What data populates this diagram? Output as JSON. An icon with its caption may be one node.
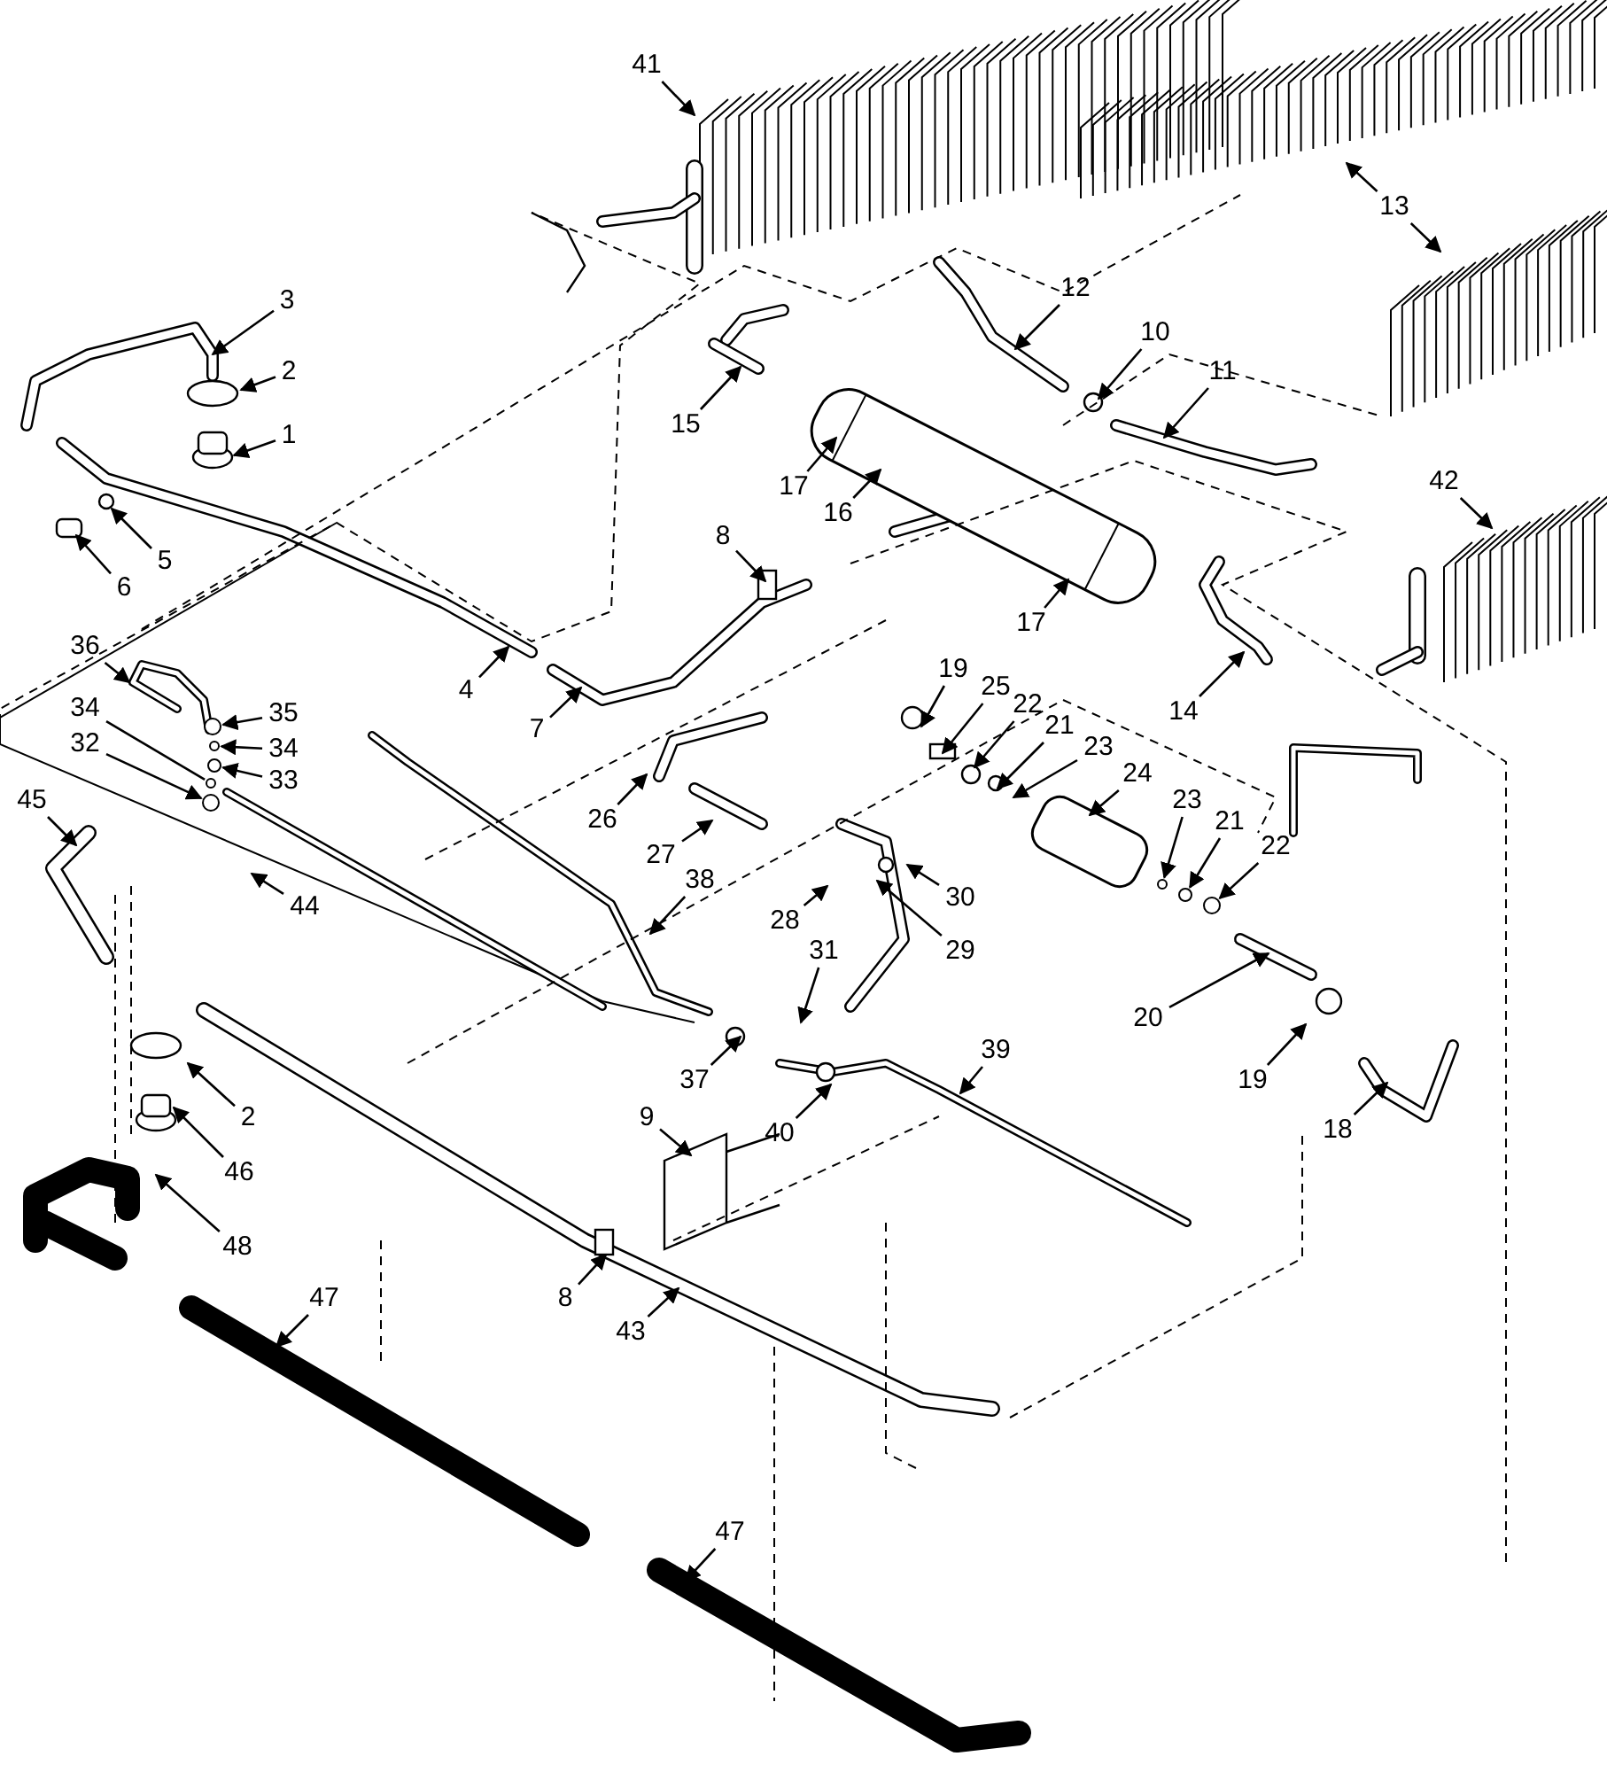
{
  "diagram": {
    "nodes": [
      {
        "text": [
          "41"
        ]
      },
      {
        "text": [
          "13"
        ]
      },
      {
        "text": [
          "12"
        ]
      },
      {
        "text": [
          "3"
        ]
      },
      {
        "text": [
          "10"
        ]
      },
      {
        "text": [
          "11"
        ]
      },
      {
        "text": [
          "2"
        ]
      },
      {
        "text": [
          "15"
        ]
      },
      {
        "text": [
          "1"
        ]
      },
      {
        "text": [
          "42"
        ]
      },
      {
        "text": [
          "17"
        ]
      },
      {
        "text": [
          "16"
        ]
      },
      {
        "text": [
          "8"
        ]
      },
      {
        "text": [
          "5"
        ]
      },
      {
        "text": [
          "6"
        ]
      },
      {
        "text": [
          "17"
        ]
      },
      {
        "text": [
          "36"
        ]
      },
      {
        "text": [
          "19"
        ]
      },
      {
        "text": [
          "25"
        ]
      },
      {
        "text": [
          "4"
        ]
      },
      {
        "text": [
          "22"
        ]
      },
      {
        "text": [
          "34"
        ]
      },
      {
        "text": [
          "14"
        ]
      },
      {
        "text": [
          "35"
        ]
      },
      {
        "text": [
          "21"
        ]
      },
      {
        "text": [
          "7"
        ]
      },
      {
        "text": [
          "32"
        ]
      },
      {
        "text": [
          "23"
        ]
      },
      {
        "text": [
          "34"
        ]
      },
      {
        "text": [
          "24"
        ]
      },
      {
        "text": [
          "33"
        ]
      },
      {
        "text": [
          "45"
        ]
      },
      {
        "text": [
          "23"
        ]
      },
      {
        "text": [
          "26"
        ]
      },
      {
        "text": [
          "21"
        ]
      },
      {
        "text": [
          "22"
        ]
      },
      {
        "text": [
          "27"
        ]
      },
      {
        "text": [
          "38"
        ]
      },
      {
        "text": [
          "30"
        ]
      },
      {
        "text": [
          "44"
        ]
      },
      {
        "text": [
          "28"
        ]
      },
      {
        "text": [
          "29"
        ]
      },
      {
        "text": [
          "31"
        ]
      },
      {
        "text": [
          "20"
        ]
      },
      {
        "text": [
          "39"
        ]
      },
      {
        "text": [
          "37"
        ]
      },
      {
        "text": [
          "19"
        ]
      },
      {
        "text": [
          "2"
        ]
      },
      {
        "text": [
          "9"
        ]
      },
      {
        "text": [
          "18"
        ]
      },
      {
        "text": [
          "40"
        ]
      },
      {
        "text": [
          "46"
        ]
      },
      {
        "text": [
          "48"
        ]
      },
      {
        "text": [
          "47"
        ]
      },
      {
        "text": [
          "8"
        ]
      },
      {
        "text": [
          "43"
        ]
      },
      {
        "text": [
          "47"
        ]
      },
      {
        "text": [],
        "shape": "circle"
      },
      {
        "text": [],
        "shape": "circle"
      },
      {
        "text": [],
        "shape": "circle"
      },
      {
        "text": [],
        "shape": "circle"
      },
      {
        "text": [],
        "shape": "circle"
      },
      {
        "text": [],
        "shape": "circle"
      },
      {
        "text": [],
        "shape": "circle"
      },
      {
        "text": [],
        "shape": "circle"
      }
    ],
    "edges": [
      {
        "from": 0,
        "to": null,
        "arrow": "to"
      },
      {
        "from": 1,
        "to": null,
        "arrow": "to"
      },
      {
        "from": 2,
        "to": null,
        "arrow": "to"
      },
      {
        "from": 3,
        "to": null,
        "arrow": "to"
      },
      {
        "from": 4,
        "to": null,
        "arrow": "to"
      },
      {
        "from": 5,
        "to": null,
        "arrow": "to"
      },
      {
        "from": 6,
        "to": null,
        "arrow": "to"
      },
      {
        "from": 7,
        "to": null,
        "arrow": "to"
      },
      {
        "from": 8,
        "to": null,
        "arrow": "to"
      },
      {
        "from": 9,
        "to": null,
        "arrow": "to"
      },
      {
        "from": 10,
        "to": null,
        "arrow": "to"
      },
      {
        "from": 11,
        "to": null,
        "arrow": "to"
      },
      {
        "from": 12,
        "to": null,
        "arrow": "to"
      },
      {
        "from": 13,
        "to": null,
        "arrow": "to"
      },
      {
        "from": 14,
        "to": null,
        "arrow": "to"
      },
      {
        "from": 15,
        "to": null,
        "arrow": "to"
      },
      {
        "from": 16,
        "to": null,
        "arrow": "to"
      },
      {
        "from": 17,
        "to": null,
        "arrow": "to"
      },
      {
        "from": 18,
        "to": null,
        "arrow": "to"
      },
      {
        "from": 19,
        "to": null,
        "arrow": "to"
      },
      {
        "from": 20,
        "to": null,
        "arrow": "to"
      },
      {
        "from": 21,
        "to": 62,
        "arrow": "none"
      },
      {
        "from": 22,
        "to": null,
        "arrow": "to"
      },
      {
        "from": 23,
        "to": 60,
        "arrow": "to"
      },
      {
        "from": 24,
        "to": null,
        "arrow": "to"
      },
      {
        "from": 25,
        "to": null,
        "arrow": "to"
      },
      {
        "from": 26,
        "to": 57,
        "arrow": "to"
      },
      {
        "from": 27,
        "to": null,
        "arrow": "to"
      },
      {
        "from": 28,
        "to": 61,
        "arrow": "to"
      },
      {
        "from": 29,
        "to": null,
        "arrow": "to"
      },
      {
        "from": 30,
        "to": 58,
        "arrow": "to"
      },
      {
        "from": 31,
        "to": null,
        "arrow": "to"
      },
      {
        "from": 32,
        "to": 63,
        "arrow": "to"
      },
      {
        "from": 33,
        "to": null,
        "arrow": "to"
      },
      {
        "from": 34,
        "to": 64,
        "arrow": "to"
      },
      {
        "from": 35,
        "to": 59,
        "arrow": "to"
      },
      {
        "from": 36,
        "to": null,
        "arrow": "to"
      },
      {
        "from": 37,
        "to": null,
        "arrow": "to"
      },
      {
        "from": 38,
        "to": null,
        "arrow": "to"
      },
      {
        "from": 39,
        "to": null,
        "arrow": "to"
      },
      {
        "from": 40,
        "to": null,
        "arrow": "to"
      },
      {
        "from": 41,
        "to": null,
        "arrow": "to"
      },
      {
        "from": 42,
        "to": null,
        "arrow": "to"
      },
      {
        "from": 43,
        "to": null,
        "arrow": "to"
      },
      {
        "from": 44,
        "to": null,
        "arrow": "to"
      },
      {
        "from": 45,
        "to": null,
        "arrow": "to"
      },
      {
        "from": 46,
        "to": null,
        "arrow": "to"
      },
      {
        "from": 47,
        "to": null,
        "arrow": "to"
      },
      {
        "from": 48,
        "to": null,
        "arrow": "to"
      },
      {
        "from": 49,
        "to": null,
        "arrow": "to"
      },
      {
        "from": 50,
        "to": null,
        "arrow": "to"
      },
      {
        "from": 51,
        "to": null,
        "arrow": "to"
      },
      {
        "from": 52,
        "to": null,
        "arrow": "to"
      },
      {
        "from": 53,
        "to": null,
        "arrow": "to"
      },
      {
        "from": 54,
        "to": null,
        "arrow": "to"
      },
      {
        "from": 55,
        "to": null,
        "arrow": "to"
      },
      {
        "from": 56,
        "to": null,
        "arrow": "to"
      },
      {
        "from": 1,
        "to": null,
        "arrow": "to"
      }
    ]
  }
}
